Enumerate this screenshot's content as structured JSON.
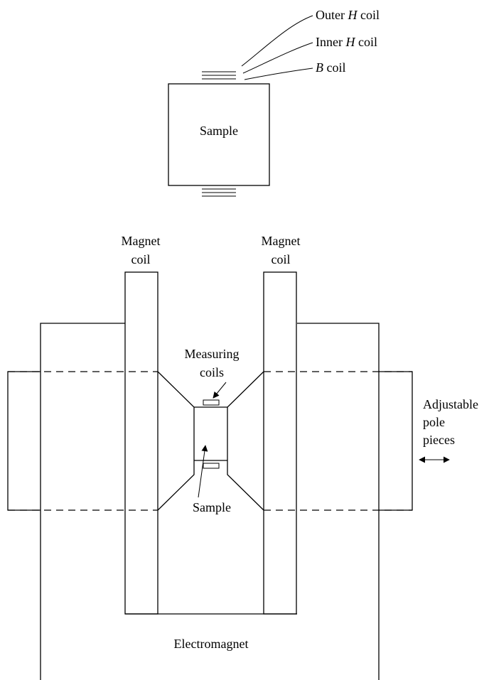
{
  "top_diagram": {
    "sample_label": "Sample",
    "coil_labels": {
      "outer_h": {
        "pre": "Outer ",
        "sym": "H",
        "post": " coil"
      },
      "inner_h": {
        "pre": "Inner ",
        "sym": "H",
        "post": " coil"
      },
      "b": {
        "pre": "",
        "sym": "B",
        "post": " coil"
      }
    }
  },
  "bottom_diagram": {
    "left_magnet_coil": {
      "line1": "Magnet",
      "line2": "coil"
    },
    "right_magnet_coil": {
      "line1": "Magnet",
      "line2": "coil"
    },
    "measuring_coils": {
      "line1": "Measuring",
      "line2": "coils"
    },
    "sample_label": "Sample",
    "adjustable_pole_pieces": {
      "line1": "Adjustable",
      "line2": "pole",
      "line3": "pieces"
    },
    "electromagnet_label": "Electromagnet"
  }
}
